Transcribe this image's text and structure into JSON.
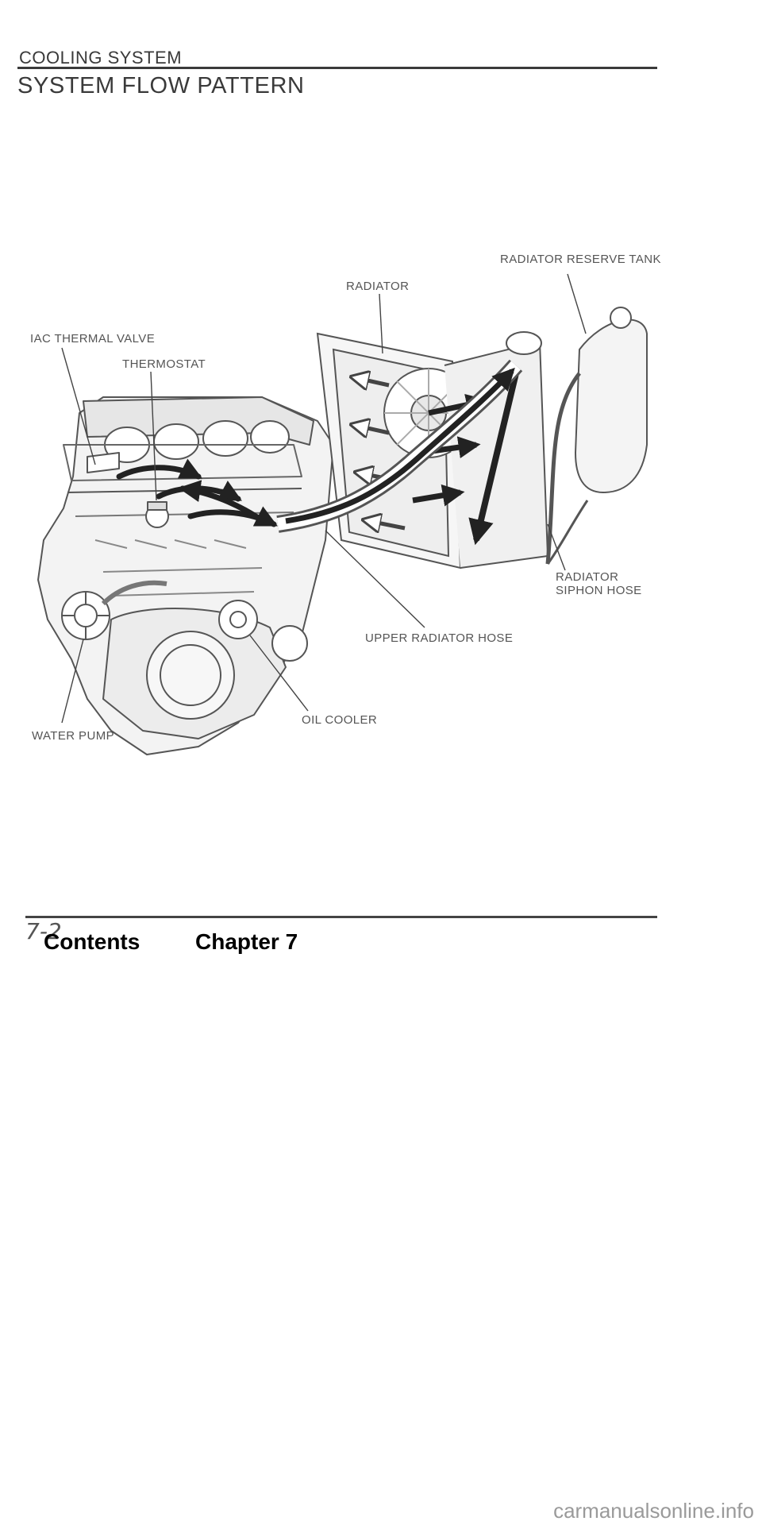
{
  "header": {
    "section": "COOLING SYSTEM",
    "title": "SYSTEM FLOW PATTERN"
  },
  "diagram": {
    "callouts": {
      "radiator_reserve_tank": "RADIATOR RESERVE TANK",
      "radiator": "RADIATOR",
      "iac_thermal_valve": "IAC THERMAL VALVE",
      "thermostat": "THERMOSTAT",
      "radiator_siphon_hose": [
        "RADIATOR",
        "SIPHON HOSE"
      ],
      "upper_radiator_hose": "UPPER RADIATOR HOSE",
      "oil_cooler": "OIL COOLER",
      "water_pump": "WATER PUMP"
    }
  },
  "footer": {
    "page_number": "7-2",
    "contents_link": "Contents",
    "chapter_link": "Chapter 7"
  },
  "watermark": "carmanualsonline.info"
}
